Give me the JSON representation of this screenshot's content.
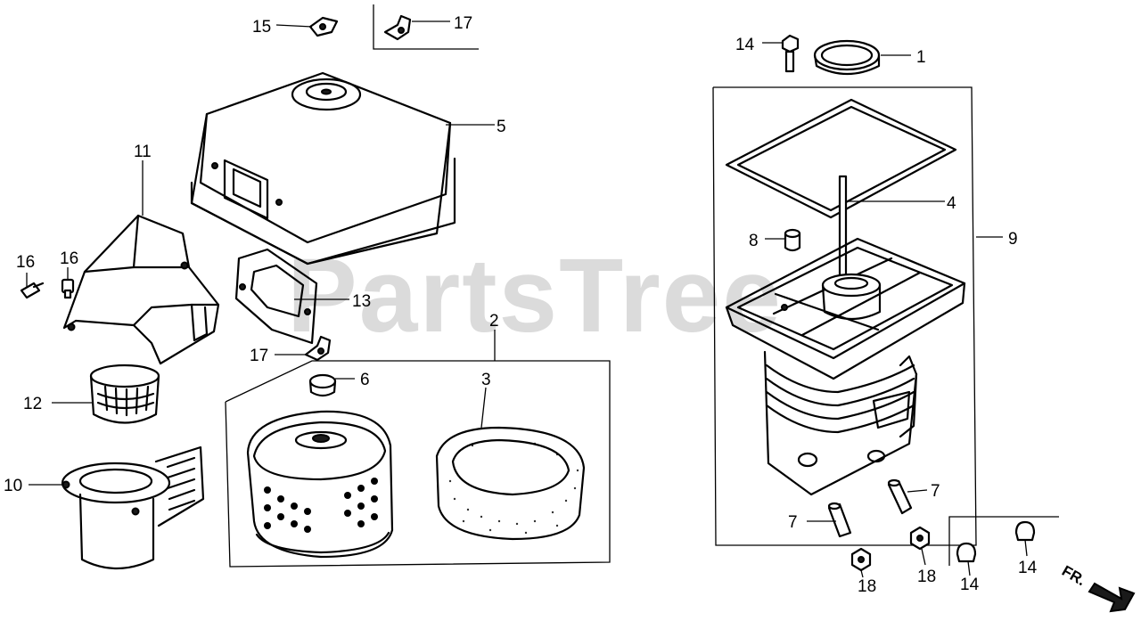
{
  "watermark": "PartsTree",
  "direction_label": "FR.",
  "callouts": {
    "c1": "1",
    "c2": "2",
    "c3": "3",
    "c4": "4",
    "c5": "5",
    "c6": "6",
    "c7a": "7",
    "c7b": "7",
    "c8": "8",
    "c9": "9",
    "c10": "10",
    "c11": "11",
    "c12": "12",
    "c13": "13",
    "c14a": "14",
    "c14b": "14",
    "c14c": "14",
    "c15": "15",
    "c16a": "16",
    "c16b": "16",
    "c17a": "17",
    "c17b": "17",
    "c18a": "18",
    "c18b": "18"
  }
}
